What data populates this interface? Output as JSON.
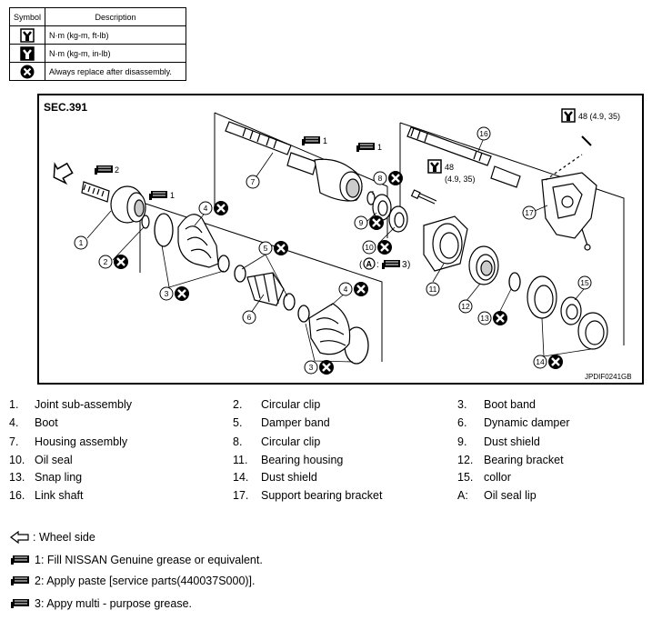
{
  "legend": {
    "headers": [
      "Symbol",
      "Description"
    ],
    "rows": [
      {
        "icon": "torque-wrench-icon",
        "text": "N·m (kg-m, ft-lb)"
      },
      {
        "icon": "torque-wrench-inlb-icon",
        "text": "N·m (kg-m, in-lb)"
      },
      {
        "icon": "replace-x-icon",
        "text": "Always replace after disassembly."
      }
    ]
  },
  "diagram": {
    "section": "SEC.391",
    "code": "JPDIF0241GB",
    "torque1": "48 (4.9, 35)",
    "torque2_line1": "48",
    "torque2_line2": "(4.9, 35)",
    "grease_labels": [
      "2",
      "1",
      "1",
      "1"
    ],
    "callouts": [
      "1",
      "2",
      "3",
      "3",
      "3",
      "4",
      "4",
      "5",
      "6",
      "7",
      "8",
      "9",
      "10",
      "11",
      "12",
      "13",
      "14",
      "15",
      "16",
      "17"
    ],
    "note_a_letter": "A",
    "note_a_num": "3"
  },
  "parts": [
    {
      "num": "1.",
      "name": "Joint sub-assembly"
    },
    {
      "num": "2.",
      "name": "Circular clip"
    },
    {
      "num": "3.",
      "name": "Boot band"
    },
    {
      "num": "4.",
      "name": "Boot"
    },
    {
      "num": "5.",
      "name": "Damper band"
    },
    {
      "num": "6.",
      "name": "Dynamic damper"
    },
    {
      "num": "7.",
      "name": "Housing assembly"
    },
    {
      "num": "8.",
      "name": "Circular clip"
    },
    {
      "num": "9.",
      "name": "Dust shield"
    },
    {
      "num": "10.",
      "name": "Oil seal"
    },
    {
      "num": "11.",
      "name": "Bearing housing"
    },
    {
      "num": "12.",
      "name": "Bearing bracket"
    },
    {
      "num": "13.",
      "name": "Snap ling"
    },
    {
      "num": "14.",
      "name": "Dust shield"
    },
    {
      "num": "15.",
      "name": "collor"
    },
    {
      "num": "16.",
      "name": "Link shaft"
    },
    {
      "num": "17.",
      "name": "Support bearing bracket"
    },
    {
      "num": "A:",
      "name": "Oil seal lip"
    }
  ],
  "notes": {
    "wheel_side": ": Wheel side",
    "grease1": "1: Fill NISSAN Genuine grease or equivalent.",
    "grease2": "2: Apply paste [service parts(440037S000)].",
    "grease3": "3: Appy multi - purpose grease."
  }
}
